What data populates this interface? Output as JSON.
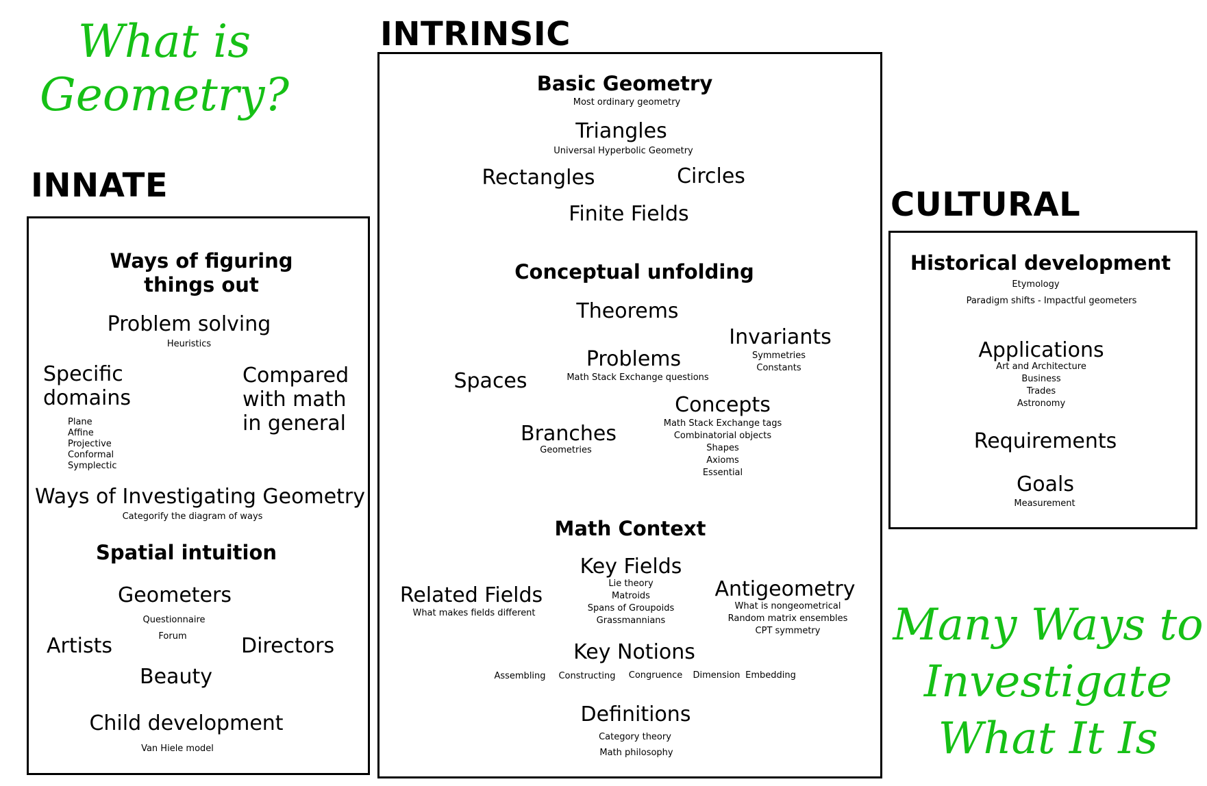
{
  "colors": {
    "title_green": "#16c016",
    "box_border": "#000000"
  },
  "title": {
    "line1": "What is",
    "line2": "Geometry?"
  },
  "tagline": {
    "line1": "Many Ways to",
    "line2": "Investigate",
    "line3": "What It Is"
  },
  "innate": {
    "label": "INNATE",
    "figuring": {
      "line1": "Ways of figuring",
      "line2": "things out"
    },
    "problem_solving": "Problem solving",
    "heuristics": "Heuristics",
    "specific": {
      "line1": "Specific",
      "line2": "domains"
    },
    "domains": [
      "Plane",
      "Affine",
      "Projective",
      "Conformal",
      "Symplectic"
    ],
    "compared": {
      "line1": "Compared",
      "line2": "with math",
      "line3": "in general"
    },
    "investigating": "Ways of Investigating Geometry",
    "categorify": "Categorify the diagram of ways",
    "spatial": "Spatial intuition",
    "geometers": "Geometers",
    "questionnaire": "Questionnaire",
    "forum": "Forum",
    "artists": "Artists",
    "directors": "Directors",
    "beauty": "Beauty",
    "child": "Child development",
    "van_hiele": "Van Hiele model"
  },
  "intrinsic": {
    "label": "INTRINSIC",
    "basic": "Basic Geometry",
    "ordinary": "Most ordinary geometry",
    "triangles": "Triangles",
    "hyperbolic": "Universal Hyperbolic Geometry",
    "rectangles": "Rectangles",
    "circles": "Circles",
    "finite": "Finite Fields",
    "conceptual": "Conceptual unfolding",
    "theorems": "Theorems",
    "invariants": "Invariants",
    "symmetries": "Symmetries",
    "constants": "Constants",
    "problems": "Problems",
    "mse_questions": "Math Stack Exchange questions",
    "spaces": "Spaces",
    "concepts": "Concepts",
    "concept_items": [
      "Math Stack Exchange tags",
      "Combinatorial objects",
      "Shapes",
      "Axioms",
      "Essential"
    ],
    "branches": "Branches",
    "geometries": "Geometries",
    "math_context": "Math Context",
    "key_fields": "Key Fields",
    "key_field_items": [
      "Lie theory",
      "Matroids",
      "Spans of Groupoids",
      "Grassmannians"
    ],
    "related": "Related Fields",
    "what_makes": "What makes fields different",
    "antigeometry": "Antigeometry",
    "anti_items": [
      "What is nongeometrical",
      "Random matrix ensembles",
      "CPT symmetry"
    ],
    "key_notions": "Key Notions",
    "notions": [
      "Assembling",
      "Constructing",
      "Congruence",
      "Dimension",
      "Embedding"
    ],
    "definitions": "Definitions",
    "category": "Category theory",
    "philosophy": "Math philosophy"
  },
  "cultural": {
    "label": "CULTURAL",
    "historical": "Historical development",
    "etymology": "Etymology",
    "paradigm": "Paradigm shifts - Impactful geometers",
    "applications": "Applications",
    "app_items": [
      "Art and Architecture",
      "Business",
      "Trades",
      "Astronomy"
    ],
    "requirements": "Requirements",
    "goals": "Goals",
    "measurement": "Measurement"
  }
}
